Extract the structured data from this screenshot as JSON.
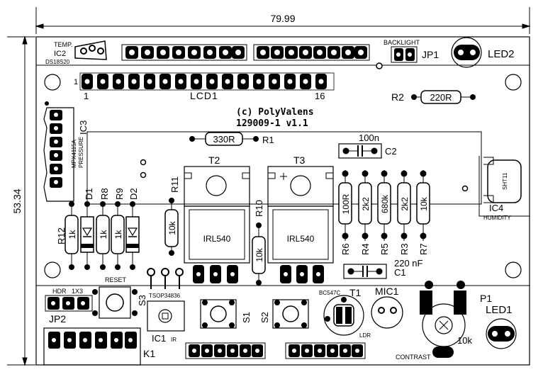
{
  "dimensions": {
    "width": "79.99",
    "height": "53.34"
  },
  "title": {
    "line1": "(c) PolyValens",
    "line2": "129009-1  v1.1"
  },
  "components": {
    "temp": {
      "label": "TEMP.",
      "ref": "IC2",
      "part": "DS18S20"
    },
    "backlight": {
      "label": "BACKLIGHT",
      "ref": "JP1"
    },
    "led2": {
      "ref": "LED2"
    },
    "lcd": {
      "ref": "LCD1",
      "pin_first": "1",
      "pin_last": "16",
      "pin_marker": "1"
    },
    "r2": {
      "ref": "R2",
      "value": "220R"
    },
    "ic3": {
      "ref": "IC3",
      "part": "MPX4115A",
      "desc": "PRESSURE"
    },
    "r1": {
      "ref": "R1",
      "value": "330R"
    },
    "c2": {
      "ref": "C2",
      "value": "100n"
    },
    "t2": {
      "ref": "T2",
      "part": "IRL540"
    },
    "t3": {
      "ref": "T3",
      "part": "IRL540"
    },
    "ic4": {
      "ref": "IC4",
      "part": "SHT11",
      "desc": "HUMIDITY"
    },
    "r11": {
      "ref": "R11",
      "value": "10k"
    },
    "r10": {
      "ref": "R10",
      "value": "10k"
    },
    "r12": {
      "ref": "R12",
      "value": "1k"
    },
    "d1": {
      "ref": "D1"
    },
    "r8": {
      "ref": "R8",
      "value": "1k"
    },
    "r9": {
      "ref": "R9",
      "value": "1k"
    },
    "d2": {
      "ref": "D2"
    },
    "r6": {
      "ref": "R6",
      "value": "100R"
    },
    "r4": {
      "ref": "R4",
      "value": "2k2"
    },
    "r5": {
      "ref": "R5",
      "value": "680k"
    },
    "r3": {
      "ref": "R3",
      "value": "2k2"
    },
    "r7": {
      "ref": "R7",
      "value": "10k"
    },
    "c1": {
      "ref": "C1",
      "value": "220 nF"
    },
    "jp2": {
      "ref": "JP2",
      "label_a": "HDR",
      "label_b": "1X3"
    },
    "s3": {
      "ref": "S3",
      "label": "RESET"
    },
    "ic1": {
      "ref": "IC1",
      "part": "TSOP34836",
      "desc": "IR"
    },
    "s1": {
      "ref": "S1"
    },
    "s2": {
      "ref": "S2"
    },
    "t1": {
      "ref": "T1",
      "part": "BC547C",
      "desc": "LDR"
    },
    "mic1": {
      "ref": "MIC1"
    },
    "p1": {
      "ref": "P1",
      "value": "10k",
      "desc": "CONTRAST"
    },
    "led1": {
      "ref": "LED1"
    },
    "k1": {
      "ref": "K1"
    }
  }
}
